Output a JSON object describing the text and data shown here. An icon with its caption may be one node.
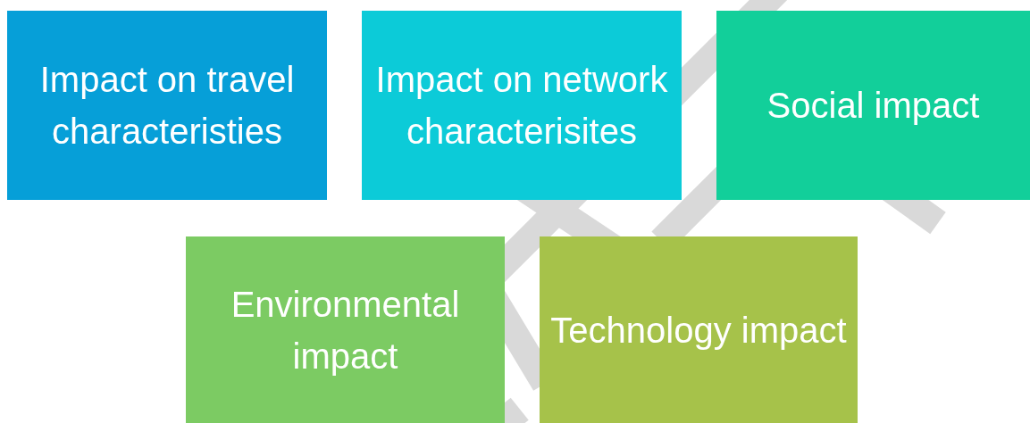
{
  "diagram": {
    "nodes": [
      {
        "text": [
          "Impact on travel characteristies"
        ]
      },
      {
        "text": [
          "Impact on network characterisites"
        ]
      },
      {
        "text": [
          "Social impact"
        ]
      },
      {
        "text": [
          "Environmental impact"
        ]
      },
      {
        "text": [
          "Technology impact"
        ]
      }
    ]
  }
}
